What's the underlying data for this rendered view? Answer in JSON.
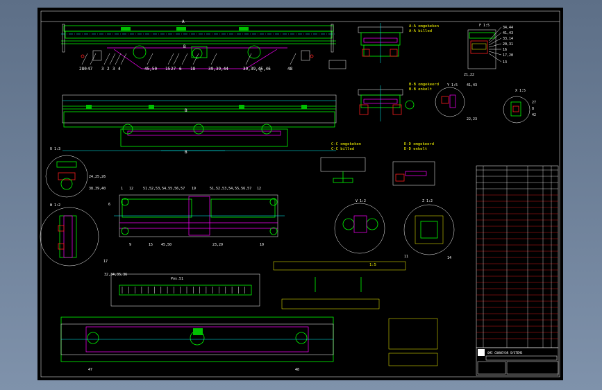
{
  "colors": {
    "background": "#000000",
    "frame": "#ffffff",
    "main_lines": "#00ff00",
    "secondary_lines": "#ff00ff",
    "dimension_lines": "#00ffff",
    "highlight": "#ff2020",
    "text_notes": "#ffff00",
    "window_bg": "#6e819a"
  },
  "top_view_callouts": [
    "280",
    "47",
    "3",
    "2",
    "3",
    "4",
    "45,50",
    "15",
    "27",
    "6",
    "18",
    "39,39,44",
    "39,39,45,46",
    "48"
  ],
  "section_marks": [
    "A",
    "B",
    "C"
  ],
  "sections": {
    "a_a": [
      "A-A omgekeken",
      "A-A billed"
    ],
    "b_b": [
      "B-B omgekeerd",
      "B-B enkelt"
    ],
    "c_c": [
      "C-C omgekeken",
      "C-C billed"
    ],
    "d_d": [
      "D-D omgekeerd",
      "D-D enkelt"
    ]
  },
  "detail_f": {
    "title": "F 1:5",
    "callouts": [
      "34,44",
      "41,43",
      "33,14",
      "20,31",
      "16",
      "17,20",
      "13",
      "21,22"
    ]
  },
  "detail_y": {
    "title": "Y 1:5",
    "callouts": [
      "41,43",
      "22,23"
    ]
  },
  "detail_x": {
    "title": "X 1:5",
    "callouts": [
      "27",
      "8",
      "42"
    ]
  },
  "detail_u": {
    "title": "U 1:3",
    "callouts": [
      "24,25,26",
      "38,39,40"
    ]
  },
  "detail_w": {
    "title": "W 1:2",
    "callouts": [
      "17"
    ]
  },
  "detail_v": {
    "title": "V 1:2"
  },
  "detail_z": {
    "title": "Z 1:2",
    "callouts": [
      "11",
      "14"
    ]
  },
  "plan_view": {
    "callouts_top": [
      "1",
      "12",
      "51,52,53,54,55,56,57",
      "19",
      "51,52,53,54,55,56,57",
      "12"
    ],
    "callouts_bottom": [
      "9",
      "15",
      "45,50",
      "23,29",
      "10"
    ],
    "left_callout": "6",
    "pos_callout": "32,34,35,36"
  },
  "pos_table_title": "Pos.51",
  "bottom_view_callouts": [
    "47",
    "48"
  ],
  "note_scale": "1:5",
  "title_block": {
    "company": "OMI CONVEYOR SYSTEMS"
  }
}
